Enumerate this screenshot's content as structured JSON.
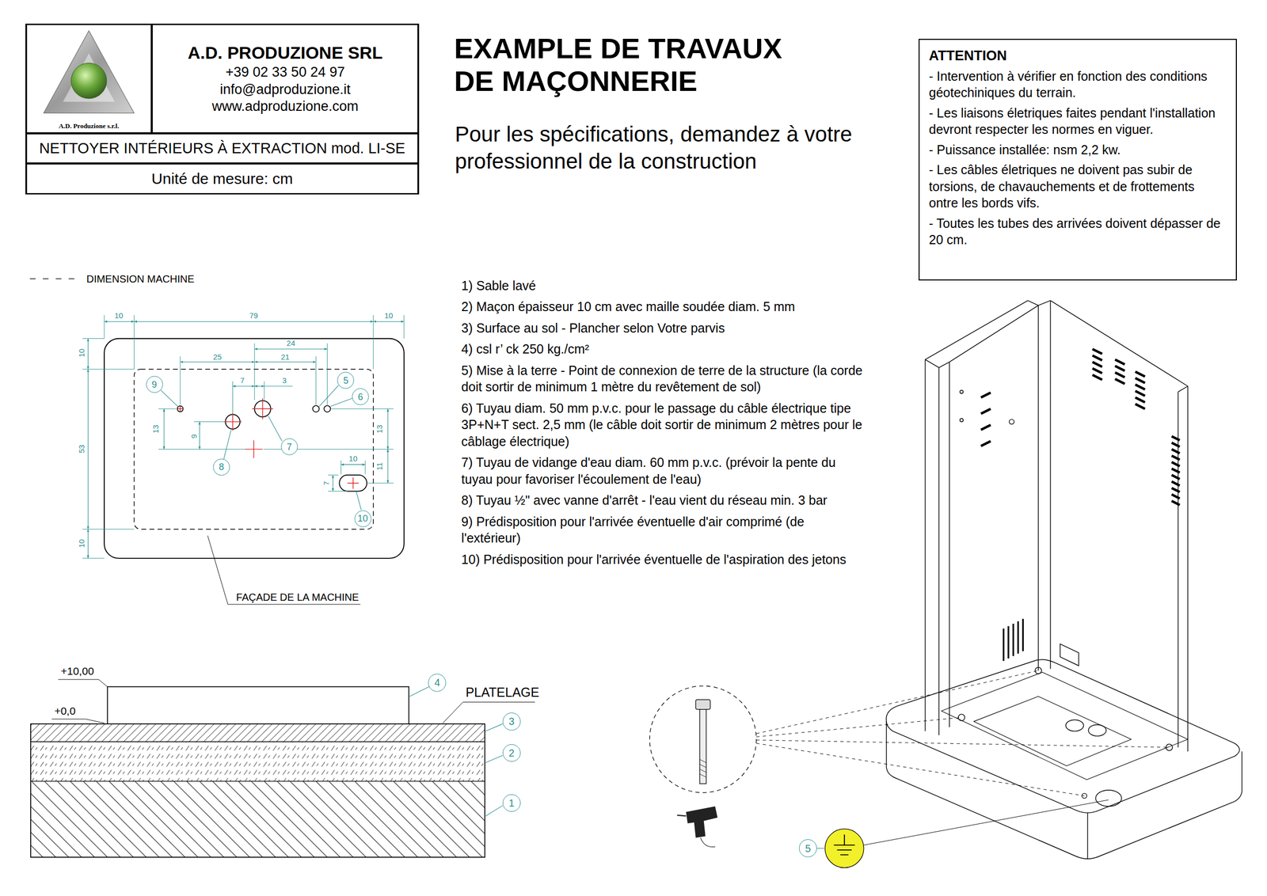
{
  "diagram": {
    "title": "EXAMPLE DE TRAVAUX DE MAÇONNERIE",
    "nodes": [
      {
        "text": [
          "A.D. Produzione s.r.l."
        ]
      },
      {
        "text": [
          "A.D. PRODUZIONE SRL",
          "+39 02 33 50 24 97",
          "info@adproduzione.it",
          "www.adproduzione.com"
        ]
      },
      {
        "text": [
          "NETTOYER INTÉRIEURS À EXTRACTION mod. LI-SE"
        ]
      },
      {
        "text": [
          "Unité de mesure: cm"
        ]
      },
      {
        "text": [
          "ATTENTION",
          "- Intervention à vérifier en fonction des conditions géotechiniques du terrain.",
          "- Les liaisons életriques faites pendant l'installation devront respecter les normes en viguer.",
          "- Puissance installée: nsm 2,2 kw.",
          "- Les câbles életriques ne doivent pas subir de torsions, de chavauchements et de frottements ontre les bords vifs.",
          "- Toutes les tubes des arrivées doivent dépasser de 20 cm."
        ]
      },
      {
        "text": [
          "9"
        ]
      },
      {
        "text": [
          "5"
        ]
      },
      {
        "text": [
          "6"
        ]
      },
      {
        "text": [
          "7"
        ]
      },
      {
        "text": [
          "8"
        ]
      },
      {
        "text": [
          "10"
        ]
      },
      {
        "text": [
          "4"
        ]
      },
      {
        "text": [
          "3"
        ]
      },
      {
        "text": [
          "2"
        ]
      },
      {
        "text": [
          "1"
        ]
      },
      {
        "text": [
          "5"
        ]
      }
    ],
    "labels": [
      "Pour les spécifications, demandez à votre professionnel de la construction",
      "1) Sable lavé",
      "2) Maçon épaisseur 10 cm avec maille soudée diam. 5 mm",
      "3) Surface au sol - Plancher selon Votre parvis",
      "4) csl r’ ck 250 kg./cm²",
      "5) Mise à la terre - Point de connexion de terre de la structure (la corde doit sortir de minimum 1 mètre du revêtement de sol)",
      "6) Tuyau diam. 50 mm p.v.c. pour le passage du câble électrique tipe 3P+N+T sect. 2,5 mm (le câble doit sortir de minimum 2 mètres pour le câblage électrique)",
      "7) Tuyau de vidange d'eau diam. 60 mm p.v.c. (prévoir la pente du tuyau pour favoriser l'écoulement de l'eau)",
      "8) Tuyau ½\" avec vanne d'arrêt - l'eau vient du réseau min. 3 bar",
      "9) Prédisposition pour l'arrivée éventuelle d'air comprimé (de l'extérieur)",
      "10) Prédisposition pour l'arrivée éventuelle de l'aspiration des jetons",
      "10",
      "79",
      "10",
      "24",
      "25",
      "21",
      "7",
      "3",
      "10",
      "53",
      "10",
      "13",
      "9",
      "13",
      "11",
      "10",
      "7",
      "FAÇADE DE LA MACHINE",
      "+10,00",
      "+0,0",
      "PLATELAGE"
    ],
    "legend": [
      {
        "text": "DIMENSION MACHINE"
      }
    ]
  }
}
